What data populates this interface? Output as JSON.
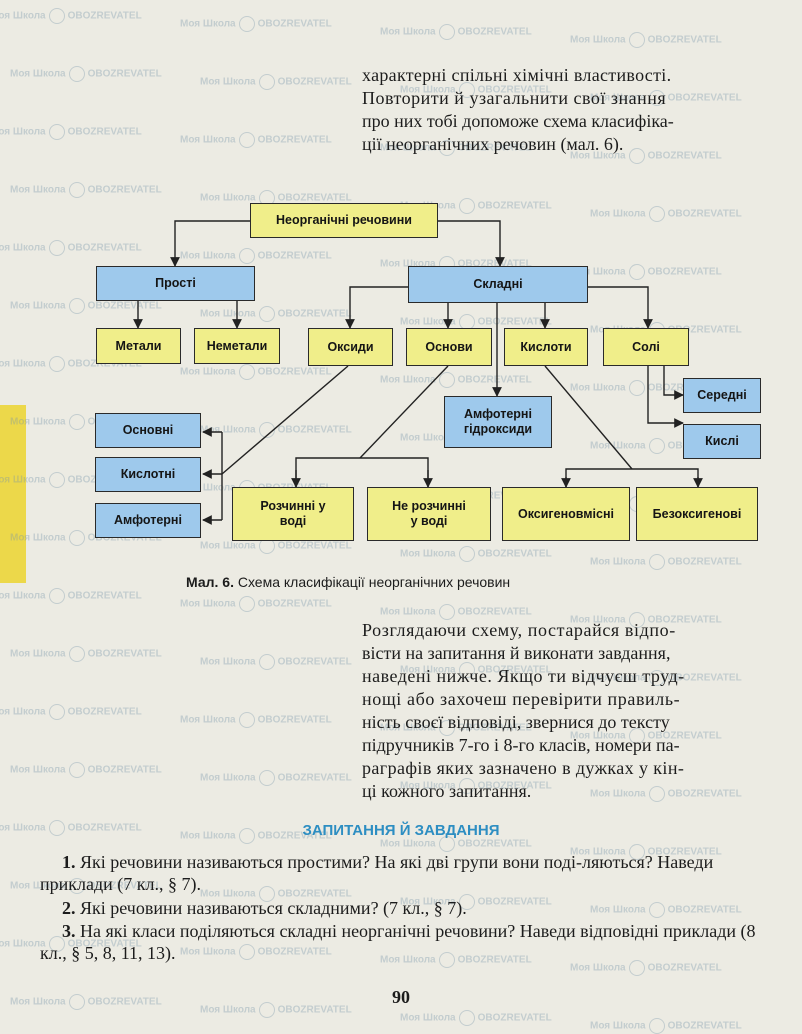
{
  "intro": {
    "lines": [
      "характерні спільні хімічні властивості.",
      "Повторити й узагальнити свої знання",
      "про них тобі допоможе схема класифіка-",
      "ції неорганічних речовин (мал. 6)."
    ]
  },
  "diagram": {
    "root": "Неорганічні речовини",
    "simple": "Прості",
    "complex": "Складні",
    "metals": "Метали",
    "nonmetals": "Неметали",
    "oxides": "Оксиди",
    "bases": "Основи",
    "acids": "Кислоти",
    "salts": "Солі",
    "oxides_basic": "Основні",
    "oxides_acidic": "Кислотні",
    "oxides_amphoteric": "Амфотерні",
    "amph_hydroxides": "Амфотерні гідроксиди",
    "soluble": "Розчинні у воді",
    "insoluble": "Не розчинні у воді",
    "oxygen_acids": "Оксигеновмісні",
    "oxygenfree_acids": "Безоксигенові",
    "salts_normal": "Середні",
    "salts_acidic": "Кислі"
  },
  "caption": {
    "label": "Мал. 6.",
    "text": " Схема класифікації неорганічних речовин"
  },
  "paragraph": {
    "lines": [
      "Розглядаючи схему, постарайся відпо-",
      "вісти на запитання й виконати завдання,",
      "наведені нижче. Якщо ти відчуєш труд-",
      "нощі або захочеш перевірити правиль-",
      "ність своєї відповіді, звернися до тексту",
      "підручників 7-го і 8-го класів, номери па-",
      "раграфів яких зазначено в дужках у кін-",
      "ці кожного запитання."
    ]
  },
  "section_title": "ЗАПИТАННЯ Й ЗАВДАННЯ",
  "questions": [
    {
      "num": "1.",
      "text": " Які речовини називаються простими? На які дві групи вони поді-ляються? Наведи приклади (7 кл., § 7)."
    },
    {
      "num": "2.",
      "text": " Які речовини називаються складними? (7 кл., § 7)."
    },
    {
      "num": "3.",
      "text": " На які класи поділяються складні неорганічні речовини? Наведи відповідні приклади (8 кл., § 5, 8, 11, 13)."
    }
  ],
  "page_number": "90",
  "watermark": {
    "school": "Моя Школа",
    "brand": "OBOZREVATEL"
  }
}
